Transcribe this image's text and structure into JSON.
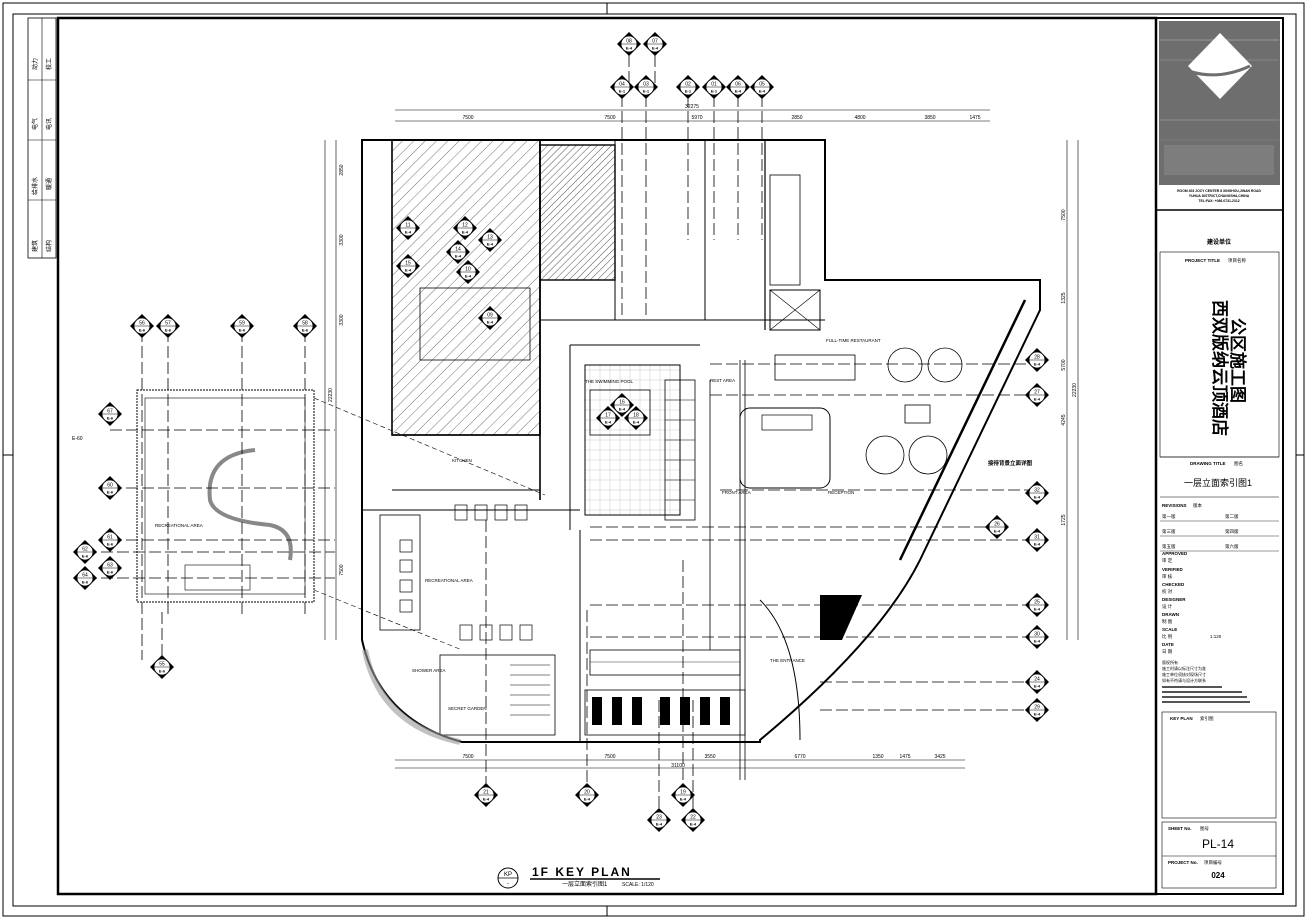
{
  "sheet": {
    "title_en": "1F KEY PLAN",
    "title_cn": "一层立面索引图1",
    "scale": "SCALE: 1/120",
    "kp_tag": "KP",
    "kp_sub": "-"
  },
  "left_strip": [
    {
      "a": "动力",
      "b": "校工"
    },
    {
      "a": "电气",
      "b": "电讯"
    },
    {
      "a": "给排水",
      "b": "暖通"
    },
    {
      "a": "建筑",
      "b": "结构"
    }
  ],
  "title_block": {
    "company_lines": [
      "ROOM 403 JOCY CENTER 8 XINGHOU,JINAN ROAD",
      "YUHUA DISTRICT,CHANGSHA,CHINA",
      "TEL:FAX: +086-0731-2312"
    ],
    "builder_label": "建设单位",
    "project_title_label": "PROJECT TITLE",
    "project_title_cn_label": "项目名称",
    "project_name": "西双版纳云顶酒店\n公区施工图",
    "drawing_title_label": "DRAWING TITLE",
    "drawing_title_cn_label": "图名",
    "drawing_title": "一层立面索引图1",
    "revisions_label": "REVISIONS",
    "revisions_cn": "版本",
    "revisions": [
      "第一版",
      "第二版",
      "第三版",
      "第四版",
      "第五版",
      "第六版"
    ],
    "approved": "APPROVED",
    "approved_cn": "审 定",
    "verified": "VERIFIED",
    "verified_cn": "审 核",
    "checked": "CHECKED",
    "checked_cn": "校 对",
    "designer": "DESIGNER",
    "designer_cn": "设 计",
    "drawn": "DRAWN",
    "drawn_cn": "制 图",
    "scale": "SCALE",
    "scale_cn": "比 例",
    "scale_value": "1:120",
    "date": "DATE",
    "date_cn": "日 期",
    "notes": [
      "版权所有",
      "施工时请以标注尺寸为准",
      "施工单位须核对现场尺寸",
      "如有不符请与设计方联系"
    ],
    "key_plan_label": "KEY PLAN",
    "key_plan_cn": "索引图",
    "sheet_no_label": "SHEET No.",
    "sheet_no_cn": "图号",
    "sheet_no": "PL-14",
    "project_no_label": "PROJECT No.",
    "project_no_cn": "项目编号",
    "project_no": "024"
  },
  "dims": {
    "top_total": "32275",
    "top": [
      "7500",
      "7500",
      "5970",
      "2850",
      "4800",
      "3850",
      "1475"
    ],
    "bottom_total": "31100",
    "bottom": [
      "7500",
      "7500",
      "3550",
      "6770",
      "1350",
      "1475",
      "3425"
    ],
    "left": [
      "2850",
      "3300",
      "3300",
      "7500"
    ],
    "left_total": "22230",
    "right": [
      "7500",
      "1325",
      "5700",
      "4245",
      "1725"
    ],
    "right_total": "22230"
  },
  "areas": {
    "swimming_pool": "THE SWIMMING POOL",
    "rest_area": "REST AREA",
    "kitchen": "KITCHEN",
    "recreational_area": "RECREATIONAL AREA",
    "recreational_area2": "RECREATIONAL AREA",
    "shower_area": "SHOWER AREA",
    "secret_garden": "SECRET GARDEN",
    "the_entrance": "THE ENTRANCE",
    "full_time_restaurant": "FULL-TIME RESTAURANT",
    "reception": "RECEPTION",
    "front_area": "FRONT AREA",
    "elevation_note": "接待背景立面详图"
  },
  "tags": {
    "top": [
      [
        "08",
        "E-4"
      ],
      [
        "07",
        "E-4"
      ],
      [
        "04",
        "E-1"
      ],
      [
        "03",
        "E-1"
      ],
      [
        "02",
        "E-1"
      ],
      [
        "01",
        "E-1"
      ],
      [
        "06",
        "E-4"
      ],
      [
        "05",
        "E-4"
      ]
    ],
    "left_top": [
      [
        "56",
        "E-6"
      ],
      [
        "57",
        "E-6"
      ],
      [
        "59",
        "E-6"
      ],
      [
        "58",
        "E-6"
      ]
    ],
    "left_side": [
      [
        "67",
        "E-6"
      ],
      [
        "60",
        "E-6"
      ],
      [
        "61",
        "E-6"
      ],
      [
        "62",
        "E-6"
      ],
      [
        "63",
        "E-6"
      ],
      [
        "64",
        "E-6"
      ]
    ],
    "right": [
      [
        "28",
        "E-4"
      ],
      [
        "27",
        "E-4"
      ],
      [
        "32",
        "E-4"
      ],
      [
        "26",
        "E-4"
      ],
      [
        "31",
        "E-4"
      ],
      [
        "25",
        "E-4"
      ],
      [
        "30",
        "E-4"
      ],
      [
        "24",
        "E-4"
      ],
      [
        "29",
        "E-4"
      ]
    ],
    "bottom": [
      [
        "21",
        "E-4"
      ],
      [
        "20",
        "E-4"
      ],
      [
        "19",
        "E-4"
      ],
      [
        "23",
        "E-4"
      ],
      [
        "22",
        "E-4"
      ],
      [
        "55",
        "E-6"
      ]
    ],
    "pool": [
      [
        "16",
        "E-4"
      ],
      [
        "17",
        "E-4"
      ],
      [
        "18",
        "E-4"
      ]
    ],
    "kitchen": [
      [
        "12",
        "E-4"
      ],
      [
        "13",
        "E-4"
      ],
      [
        "14",
        "E-4"
      ],
      [
        "11",
        "E-4"
      ],
      [
        "15",
        "E-4"
      ],
      [
        "10",
        "E-4"
      ],
      [
        "09",
        "E-4"
      ]
    ],
    "side_label": "E-60"
  }
}
